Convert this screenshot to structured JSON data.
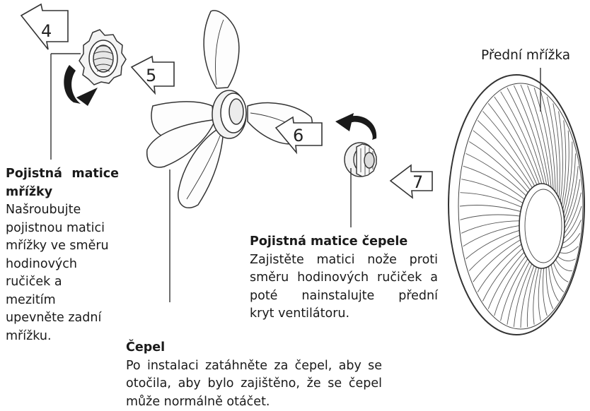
{
  "front_grille_label": "Přední mřížka",
  "steps": [
    "4",
    "5",
    "6",
    "7"
  ],
  "grille_nut": {
    "title_line1": "Pojistná  matice",
    "title_line2": "mřížky",
    "body_lines": [
      "Našroubujte",
      "pojistnou matici",
      "mřížky ve směru",
      "hodinových",
      "ručiček a",
      "mezitím",
      "upevněte zadní",
      "mřížku."
    ]
  },
  "blade_nut": {
    "title": "Pojistná matice čepele",
    "body_lines": [
      "Zajistěte matici nože proti",
      "směru hodinových ručiček a",
      "poté nainstalujte přední",
      "kryt ventilátoru."
    ]
  },
  "blade": {
    "title": "Čepel",
    "body_lines": [
      "Po instalaci zatáhněte za čepel, aby se",
      "otočila, aby bylo zajištěno, že se čepel",
      "může normálně otáčet."
    ]
  }
}
